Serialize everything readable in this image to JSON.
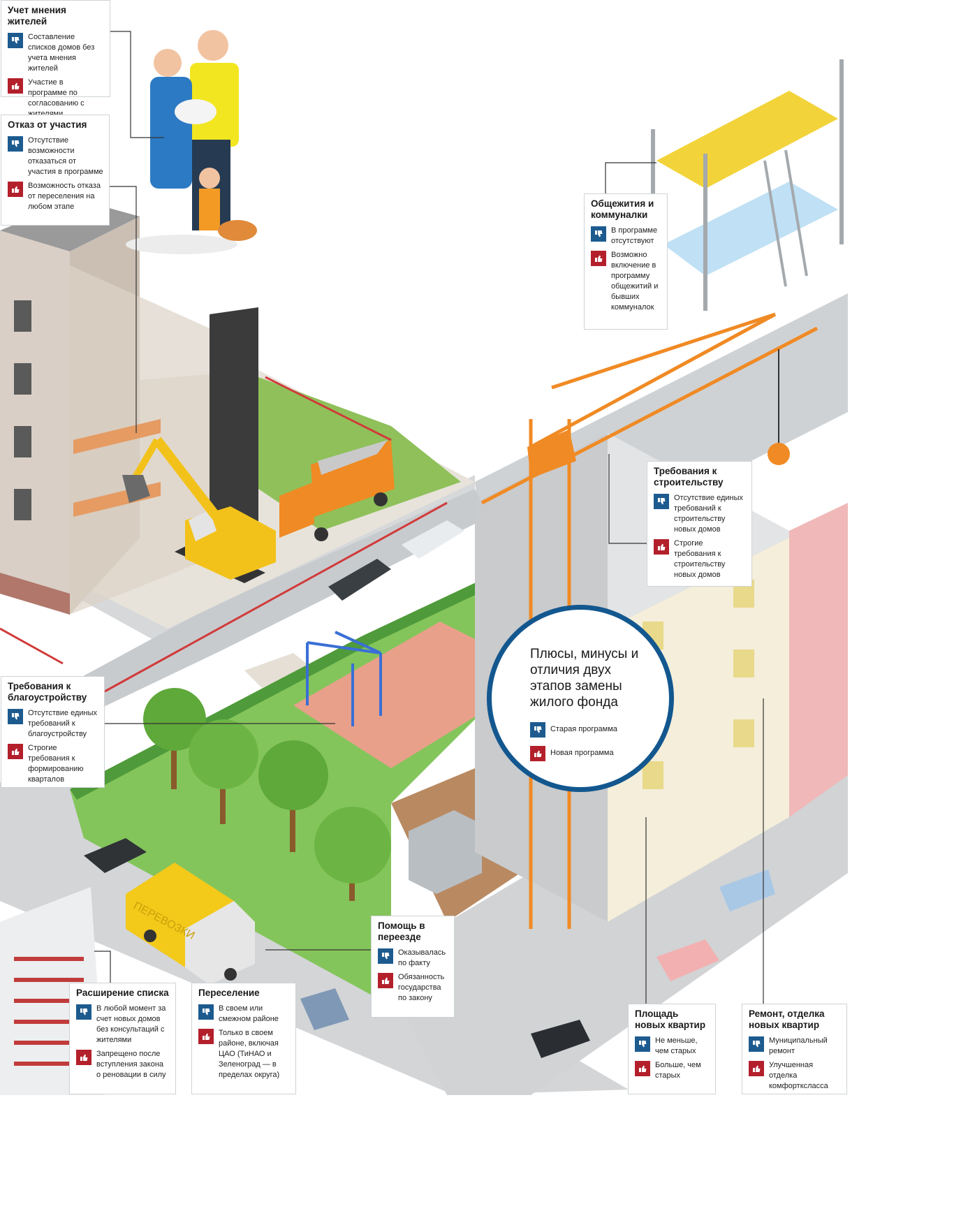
{
  "colors": {
    "minus_icon": "#1d5b8f",
    "plus_icon": "#b3202b",
    "circle_border": "#13578f",
    "crane": "#f08a24",
    "excavator": "#f3c21a",
    "grass": "#7cc04a",
    "road": "#cfd2d4",
    "playground": "#e8a08a"
  },
  "icons": {
    "minus": "thumbs-down-icon",
    "plus": "thumbs-up-icon"
  },
  "legend": {
    "title": "Плюсы, минусы и отличия двух этапов замены жилого фонда",
    "old": "Старая программа",
    "new": "Новая программа"
  },
  "cards": {
    "residents_opinion": {
      "title": "Учет мнения жителей",
      "minus": "Составление списков домов без учета мнения жителей",
      "plus": "Участие в программе по согласованию с жителями"
    },
    "opt_out": {
      "title": "Отказ от участия",
      "minus": "Отсутствие возможности отказаться от участия в программе",
      "plus": "Возможность отказа от переселения на любом этапе"
    },
    "dorms": {
      "title": "Общежития и коммуналки",
      "minus": "В программе отсутствуют",
      "plus": "Возможно включение в программу общежитий и бывших коммуналок"
    },
    "construction": {
      "title": "Требования к строительству",
      "minus": "Отсутствие единых требований к строительству новых домов",
      "plus": "Строгие требования к строительству новых домов"
    },
    "landscaping": {
      "title": "Требования к благоустройству",
      "minus": "Отсутствие единых требований к благоустройству",
      "plus": "Строгие требования к формированию кварталов"
    },
    "moving_help": {
      "title": "Помощь в переезде",
      "minus": "Оказывалась по факту",
      "plus": "Обязанность государства по закону"
    },
    "list_expansion": {
      "title": "Расширение списка",
      "minus": "В любой момент за счет новых домов без консультаций с жителями",
      "plus": "Запрещено после вступления закона о реновации в силу"
    },
    "resettlement": {
      "title": "Переселение",
      "minus": "В своем или смежном районе",
      "plus": "Только в своем районе, включая ЦАО (ТиНАО и Зеленоград — в пределах округа)"
    },
    "apartment_area": {
      "title": "Площадь новых квартир",
      "minus": "Не меньше, чем старых",
      "plus": "Больше, чем старых"
    },
    "renovation": {
      "title": "Ремонт, отделка новых квартир",
      "minus": "Муниципальный ремонт",
      "plus": "Улучшенная отделка комфортксласса"
    }
  },
  "truck_label": "ПЕРЕВОЗКИ"
}
